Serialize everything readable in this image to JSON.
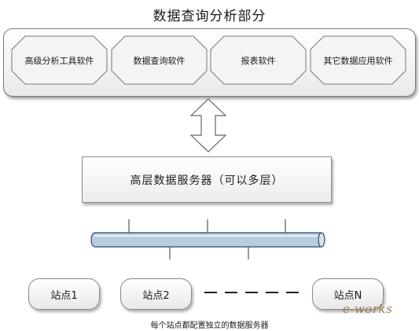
{
  "title": "数据查询分析部分",
  "analysis_apps": [
    {
      "label": "高级分析工具软件"
    },
    {
      "label": "数据查询软件"
    },
    {
      "label": "报表软件"
    },
    {
      "label": "其它数据应用软件"
    }
  ],
  "server": {
    "label": "高层数据服务器（可以多层）"
  },
  "sites": [
    {
      "label": "站点1"
    },
    {
      "label": "站点2"
    },
    {
      "label": "站点N"
    }
  ],
  "caption": "每个站点都配置独立的数据服务器",
  "watermark": "e-works",
  "colors": {
    "bus": "#b8cde0",
    "bus_stroke": "#2e4a66"
  }
}
